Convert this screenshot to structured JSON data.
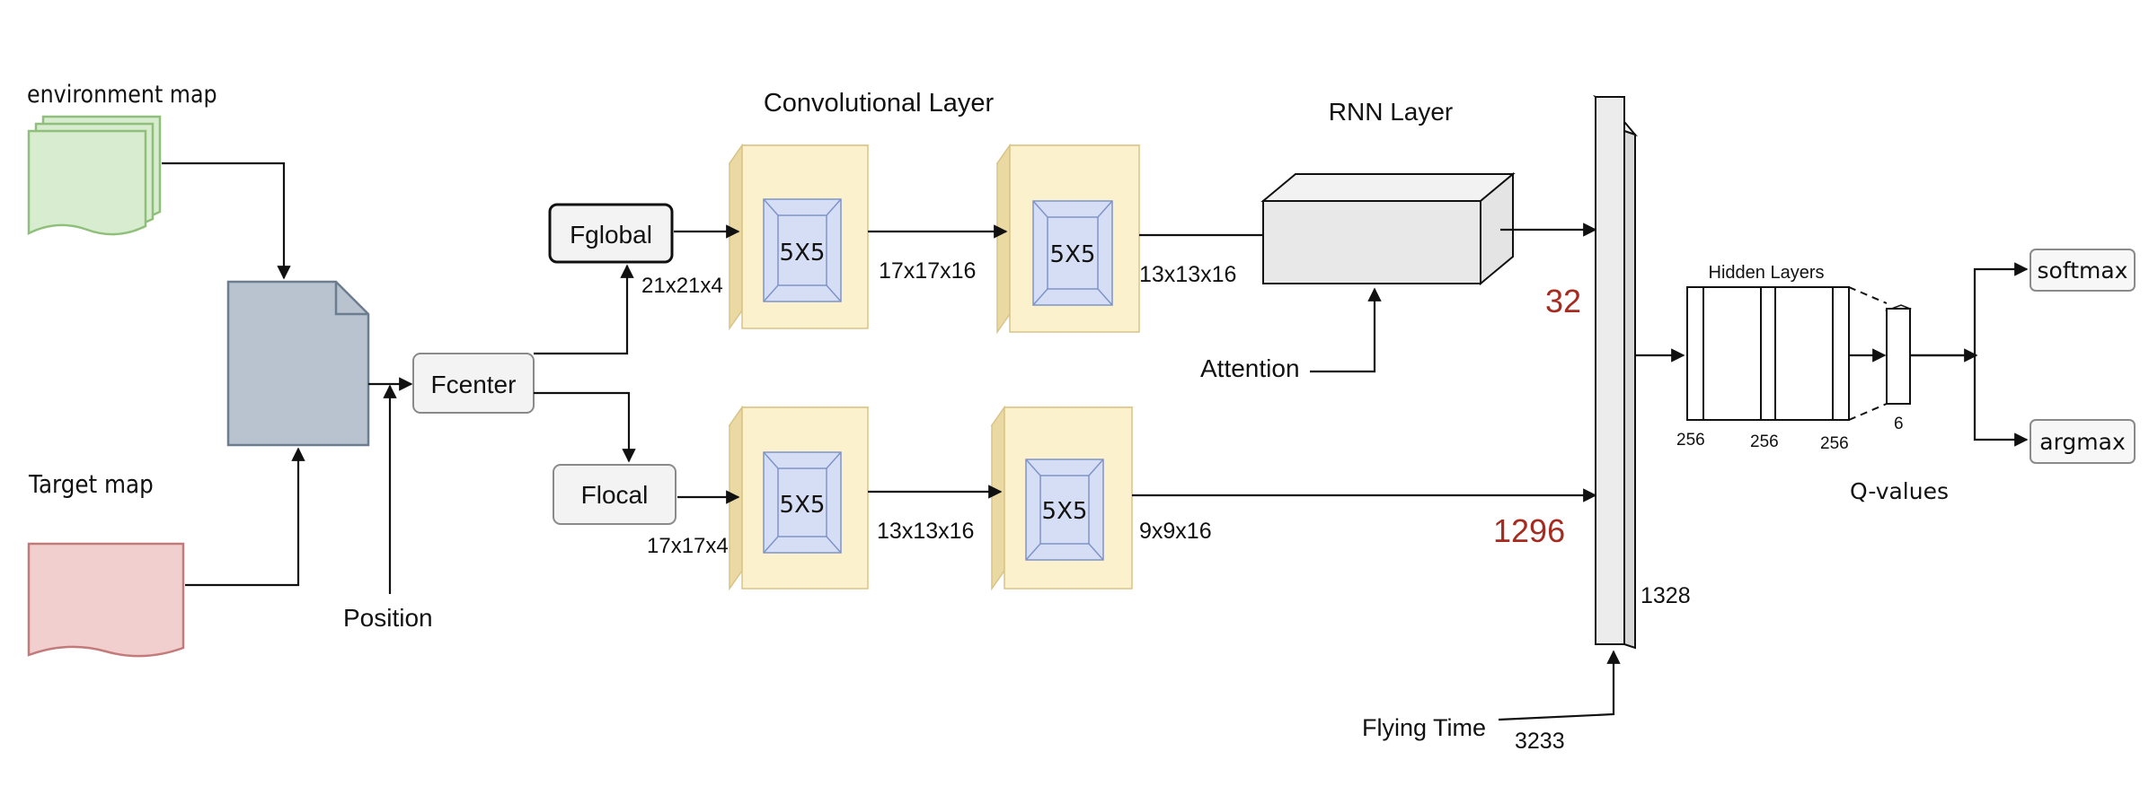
{
  "inputs": {
    "environment_map": "environment map",
    "target_map": "Target map",
    "position": "Position"
  },
  "features": {
    "center": "Fcenter",
    "global": "Fglobal",
    "local": "Flocal"
  },
  "conv": {
    "title": "Convolutional Layer",
    "kernel": "5X5",
    "global_in": "21x21x4",
    "global_mid": "17x17x16",
    "global_out": "13x13x16",
    "local_in": "17x17x4",
    "local_mid": "13x13x16",
    "local_out": "9x9x16"
  },
  "rnn": {
    "title": "RNN Layer",
    "attention": "Attention"
  },
  "concat": {
    "global_size": "32",
    "local_size": "1296",
    "total_size": "1328",
    "flying_time": "Flying Time",
    "flying_time_value": "3233"
  },
  "hidden": {
    "title": "Hidden Layers",
    "sizes": [
      "256",
      "256",
      "256"
    ],
    "output_size": "6",
    "q_values": "Q-values"
  },
  "outputs": {
    "softmax": "softmax",
    "argmax": "argmax"
  },
  "colors": {
    "env_fill": "#d8ecd0",
    "env_stroke": "#8fbf7a",
    "target_fill": "#f1cfcf",
    "target_stroke": "#c27a7a",
    "doc_fill": "#b9c3cf",
    "doc_stroke": "#6d7d90",
    "conv_fill": "#fbf1cc",
    "conv_side": "#ead9a3",
    "kernel_fill": "#d5def5",
    "kernel_stroke": "#7f93c8",
    "accent_red": "#a52a1f"
  }
}
